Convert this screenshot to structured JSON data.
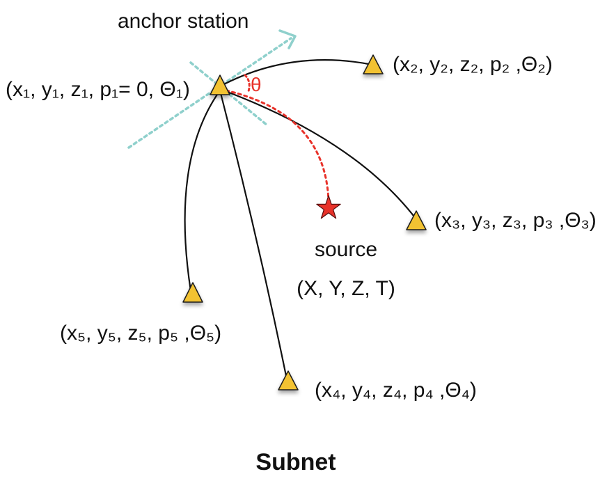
{
  "title": "Subnet",
  "anchor_label": "anchor station",
  "angle_symbol": "θ",
  "source": {
    "label": "source",
    "coords": "(X, Y, Z, T)"
  },
  "stations": [
    {
      "id": "1",
      "label": "(x₁, y₁, z₁, p₁= 0, Θ₁)"
    },
    {
      "id": "2",
      "label": "(x₂, y₂, z₂, p₂ ,Θ₂)"
    },
    {
      "id": "3",
      "label": "(x₃, y₃, z₃, p₃ ,Θ₃)"
    },
    {
      "id": "4",
      "label": "(x₄, y₄, z₄, p₄ ,Θ₄)"
    },
    {
      "id": "5",
      "label": "(x₅, y₅, z₅, p₅ ,Θ₅)"
    }
  ],
  "colors": {
    "station_fill": "#f2c230",
    "station_stroke": "#1a1a1a",
    "source_fill": "#e8322a",
    "dotted_path": "#e8322a",
    "axis_dotted": "#8fd0cc",
    "angle_label": "#e8322a",
    "link_line": "#111111"
  },
  "icons": {
    "station": "triangle-station-icon",
    "source": "star-source-icon"
  }
}
